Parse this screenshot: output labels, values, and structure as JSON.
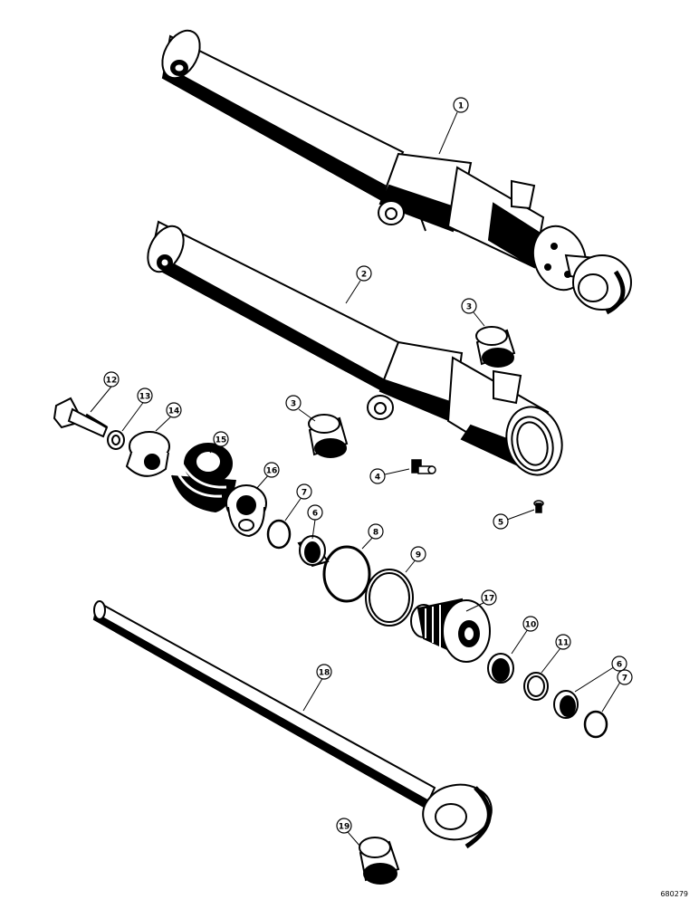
{
  "figure_number": "680279",
  "callouts": [
    {
      "label": "1"
    },
    {
      "label": "2"
    },
    {
      "label": "3"
    },
    {
      "label": "3"
    },
    {
      "label": "4"
    },
    {
      "label": "5"
    },
    {
      "label": "6"
    },
    {
      "label": "6"
    },
    {
      "label": "7"
    },
    {
      "label": "7"
    },
    {
      "label": "8"
    },
    {
      "label": "9"
    },
    {
      "label": "10"
    },
    {
      "label": "11"
    },
    {
      "label": "12"
    },
    {
      "label": "13"
    },
    {
      "label": "14"
    },
    {
      "label": "15"
    },
    {
      "label": "16"
    },
    {
      "label": "17"
    },
    {
      "label": "18"
    },
    {
      "label": "19"
    }
  ]
}
